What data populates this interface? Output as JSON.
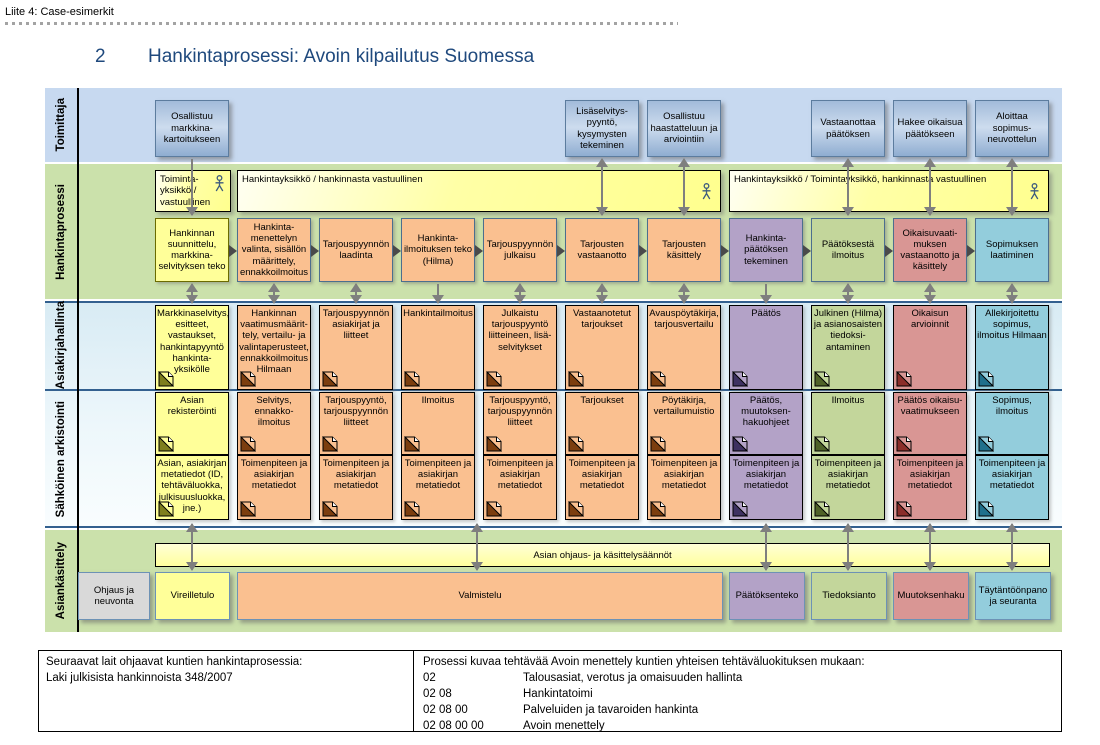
{
  "header": {
    "breadcrumb": "Liite 4: Case-esimerkit",
    "title_number": "2",
    "title": "Hankintaprosessi: Avoin kilpailutus Suomessa"
  },
  "lanes": {
    "supplier": "Toimittaja",
    "process": "Hankintaprosessi",
    "documents": "Asiakirjahallinta",
    "archive": "Sähköinen arkistointi",
    "case": "Asiankäsittely"
  },
  "supplier": [
    "Osallistuu markkina-kartoitukseen",
    "Lisäselvitys-pyyntö, kysymysten tekeminen",
    "Osallistuu haastatteluun ja arviointiin",
    "Vastaanottaa päätöksen",
    "Hakee oikaisua päätökseen",
    "Aloittaa sopimus-neuvottelun"
  ],
  "roles": [
    "Toiminta-yksikkö / vastuullinen",
    "Hankintayksikkö / hankinnasta vastuullinen",
    "Hankintayksikkö / Toimintayksikkö, hankinnasta vastuullinen"
  ],
  "process": [
    "Hankinnan suunnittelu, markkina-selvityksen teko",
    "Hankinta-menettelyn valinta, sisällön määrittely, ennakkoilmoitus",
    "Tarjouspyynnön laadinta",
    "Hankinta-ilmoituksen teko (Hilma)",
    "Tarjouspyynnön julkaisu",
    "Tarjousten vastaanotto",
    "Tarjousten käsittely",
    "Hankinta-päätöksen tekeminen",
    "Päätöksestä ilmoitus",
    "Oikaisuvaati-muksen vastaanotto ja käsittely",
    "Sopimuksen laatiminen"
  ],
  "documents": [
    "Markkinaselvitys, esitteet, vastaukset, hankintapyyntö hankinta-yksikölle",
    "Hankinnan vaatimusmäärit-tely, vertailu- ja valintaperusteet, ennakkoilmoitus Hilmaan",
    "Tarjouspyynnön asiakirjat ja liitteet",
    "Hankintailmoitus",
    "Julkaistu tarjouspyyntö liitteineen, lisä-selvitykset",
    "Vastaanotetut tarjoukset",
    "Avauspöytäkirja, tarjousvertailu",
    "Päätös",
    "Julkinen (Hilma) ja asianosaisten tiedoksi-antaminen",
    "Oikaisun arvioinnit",
    "Allekirjoitettu sopimus, ilmoitus Hilmaan"
  ],
  "archive_top": [
    "Asian rekisteröinti",
    "Selvitys, ennakko-ilmoitus",
    "Tarjouspyyntö, tarjouspyynnön liitteet",
    "Ilmoitus",
    "Tarjouspyyntö, tarjouspyynnön liitteet",
    "Tarjoukset",
    "Pöytäkirja, vertailumuistio",
    "Päätös, muutoksen-hakuohjeet",
    "Ilmoitus",
    "Päätös oikaisu-vaatimukseen",
    "Sopimus, ilmoitus"
  ],
  "archive_bottom": [
    "Asian, asiakirjan metatiedot (ID, tehtäväluokka, julkisuusluokka, jne.)",
    "Toimenpiteen ja asiakirjan metatiedot",
    "Toimenpiteen ja asiakirjan metatiedot",
    "Toimenpiteen ja asiakirjan metatiedot",
    "Toimenpiteen ja asiakirjan metatiedot",
    "Toimenpiteen ja asiakirjan metatiedot",
    "Toimenpiteen ja asiakirjan metatiedot",
    "Toimenpiteen ja asiakirjan metatiedot",
    "Toimenpiteen ja asiakirjan metatiedot",
    "Toimenpiteen ja asiakirjan metatiedot",
    "Toimenpiteen ja asiakirjan metatiedot"
  ],
  "rules": "Asian ohjaus- ja käsittelysäännöt",
  "case": {
    "guidance": "Ohjaus ja neuvonta",
    "phases": [
      "Vireilletulo",
      "Valmistelu",
      "Päätöksenteko",
      "Tiedoksianto",
      "Muutoksenhaku",
      "Täytäntöönpano ja seuranta"
    ]
  },
  "footer": {
    "left_line1": "Seuraavat lait ohjaavat kuntien hankintaprosessia:",
    "left_line2": "Laki julkisista hankinnoista 348/2007",
    "right_header": "Prosessi kuvaa tehtävää Avoin menettely kuntien yhteisen tehtäväluokituksen mukaan:",
    "rows": [
      {
        "code": "02",
        "label": "Talousasiat, verotus ja omaisuuden hallinta"
      },
      {
        "code": "02 08",
        "label": "Hankintatoimi"
      },
      {
        "code": "02 08 00",
        "label": "Palveluiden ja tavaroiden hankinta"
      },
      {
        "code": "02 08 00 00",
        "label": "Avoin menettely"
      }
    ]
  },
  "colors": {
    "title_blue": "#1F497D",
    "supplier_lane": "#C7D9F0",
    "process_lane": "#CBE1AB",
    "archive_band": "#D8EBF4",
    "yellow": "#FFFF99",
    "orange": "#FAC090",
    "purple": "#B3A2C7",
    "green": "#C3D69B",
    "red": "#D99694",
    "blue": "#93CDDC",
    "grey": "#D9D9D9",
    "arrow_grey": "#7F7F7F"
  }
}
